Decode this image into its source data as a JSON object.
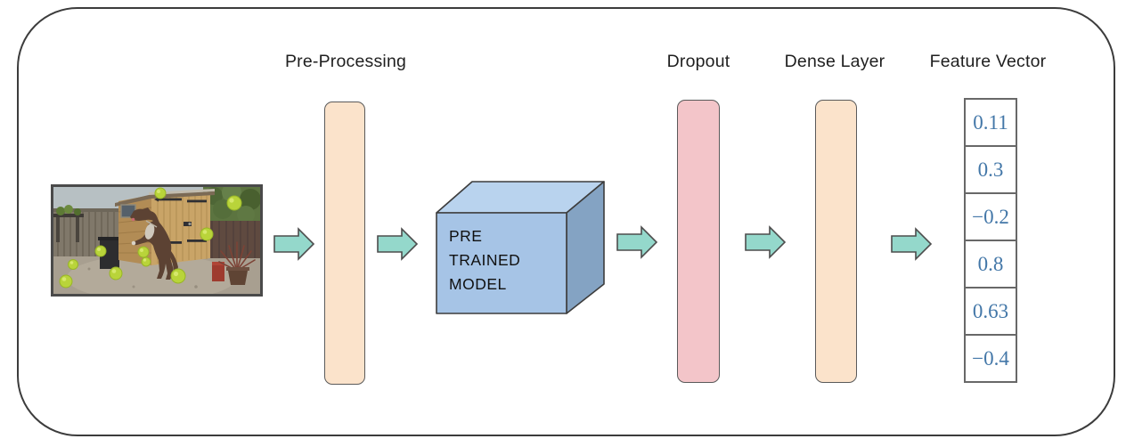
{
  "diagram": {
    "title_context": "transfer-learning feature extraction pipeline",
    "labels": {
      "pre_processing": "Pre-Processing",
      "dropout": "Dropout",
      "dense_layer": "Dense Layer",
      "feature_vector": "Feature Vector"
    },
    "model_box": {
      "lines": [
        "PRE",
        "TRAINED",
        "MODEL"
      ]
    },
    "feature_vector_values": [
      "0.11",
      "0.3",
      "−0.2",
      "0.8",
      "0.63",
      "−0.4"
    ],
    "input_image": {
      "alt": "Dog standing on hind legs among flying tennis balls in front of a wooden garden shed"
    },
    "icons": {
      "flow_arrow": "block-arrow-right"
    },
    "colors": {
      "bar_peach": "#fbe3cb",
      "bar_pink": "#f3c5c9",
      "arrow_teal": "#94d8cb",
      "box_front": "#a6c4e6",
      "box_top": "#b9d3ee",
      "box_side": "#84a3c3",
      "outline_gray": "#3c3c3c",
      "vector_text_blue": "#4377a8"
    }
  }
}
